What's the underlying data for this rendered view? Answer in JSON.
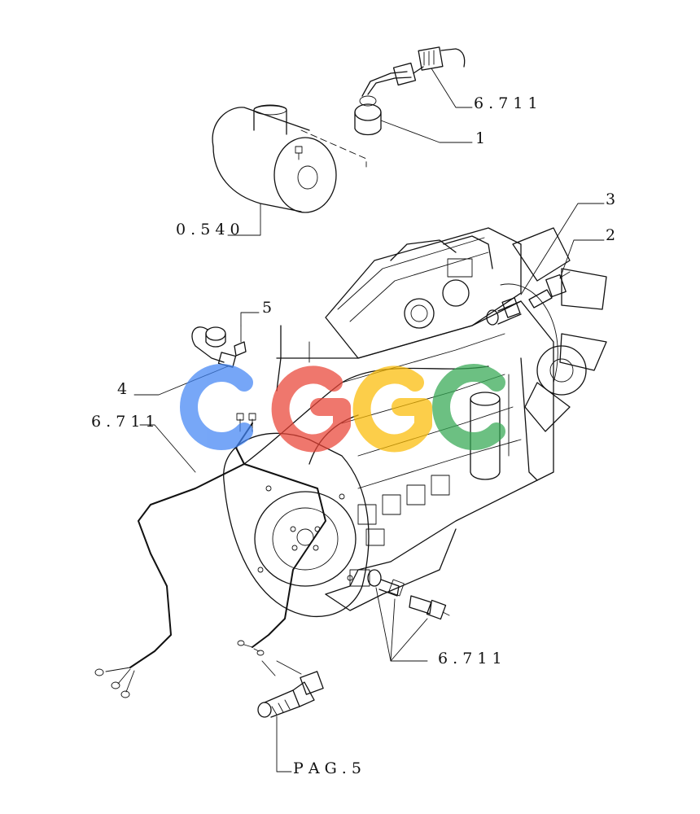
{
  "callouts": {
    "ref_top": "6 . 7 1 1",
    "item_1": "1",
    "ref_air_filter": "0 . 5 4 0",
    "item_3": "3",
    "item_2": "2",
    "item_5": "5",
    "item_4": "4",
    "ref_left": "6 . 7 1 1",
    "ref_bottom": "6 . 7 1 1",
    "ref_page": "P A G . 5"
  },
  "watermark": {
    "letters": [
      "C",
      "G",
      "G",
      "C"
    ],
    "colors": [
      "#4285f4",
      "#ea4335",
      "#fbbc05",
      "#34a853"
    ]
  }
}
